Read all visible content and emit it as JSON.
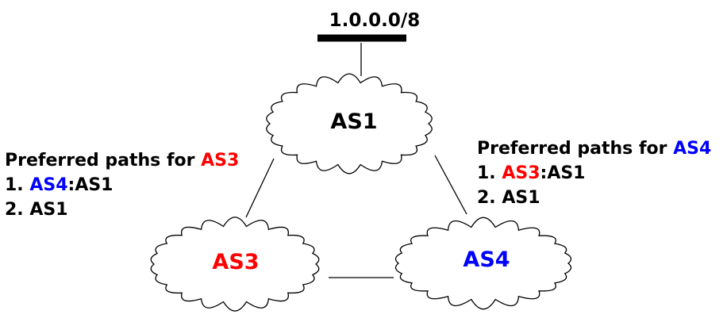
{
  "prefix": "1.0.0.0/8",
  "nodes": {
    "as1": {
      "label": "AS1",
      "color": "#000000"
    },
    "as3": {
      "label": "AS3",
      "color": "#ff0000"
    },
    "as4": {
      "label": "AS4",
      "color": "#0000ff"
    }
  },
  "left_panel": {
    "title_prefix": "Preferred paths for ",
    "title_as": "AS3",
    "item1_num": "1. ",
    "item1_as": "AS4",
    "item1_rest": ":AS1",
    "item2": "2. AS1"
  },
  "right_panel": {
    "title_prefix": "Preferred paths for ",
    "title_as": "AS4",
    "item1_num": "1. ",
    "item1_as": "AS3",
    "item1_rest": ":AS1",
    "item2": "2. AS1"
  },
  "colors": {
    "red": "#ff0000",
    "blue": "#0000ff",
    "black": "#000000"
  }
}
